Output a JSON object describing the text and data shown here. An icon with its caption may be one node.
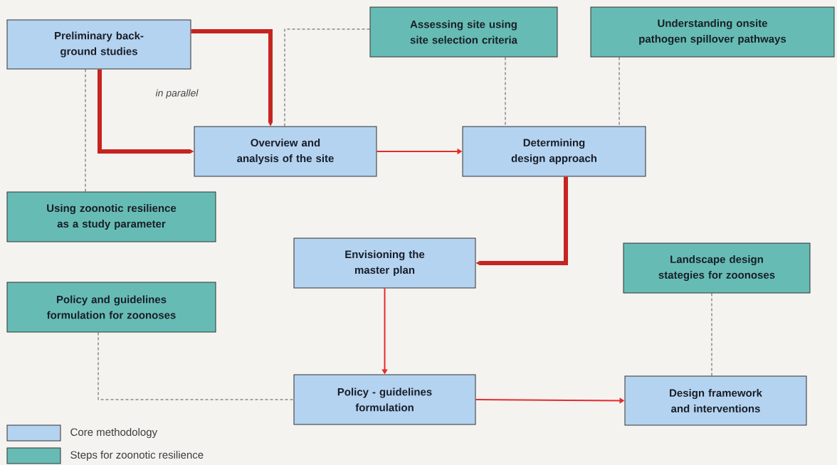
{
  "diagram": {
    "nodes": [
      {
        "text": [
          "Preliminary back-ground studies"
        ]
      },
      {
        "text": [
          "Assessing site using site selection criteria"
        ]
      },
      {
        "text": [
          "Understanding onsite pathogen spillover pathways"
        ]
      },
      {
        "text": [
          "Overview and analysis of the site"
        ]
      },
      {
        "text": [
          "Determining design approach"
        ]
      },
      {
        "text": [
          "Using zoonotic resilience as a study parameter"
        ]
      },
      {
        "text": [
          "Envisioning the master plan"
        ]
      },
      {
        "text": [
          "Landscape design stategies for zoonoses"
        ]
      },
      {
        "text": [
          "Policy and guidelines formulation for zoonoses"
        ]
      },
      {
        "text": [
          "Policy - guidelines formulation"
        ]
      },
      {
        "text": [
          "Design framework and interventions"
        ]
      }
    ],
    "edges": [
      {
        "from": 0,
        "to": 3,
        "arrow": "to",
        "style": "thick",
        "color": "#c62420"
      },
      {
        "from": 0,
        "to": 3,
        "arrow": "to",
        "style": "thick",
        "color": "#c62420"
      },
      {
        "from": 3,
        "to": 4,
        "arrow": "to",
        "color": "#e8292b"
      },
      {
        "from": 4,
        "to": 6,
        "arrow": "to",
        "style": "thick",
        "color": "#c62420"
      },
      {
        "from": 6,
        "to": 9,
        "arrow": "to",
        "color": "#e8292b"
      },
      {
        "from": 9,
        "to": 10,
        "arrow": "to",
        "color": "#e8292b"
      },
      {
        "from": 1,
        "to": 3,
        "arrow": "none",
        "style": "dashed",
        "color": "#555555"
      },
      {
        "from": 1,
        "to": 4,
        "arrow": "none",
        "style": "dashed",
        "color": "#555555"
      },
      {
        "from": 2,
        "to": 4,
        "arrow": "none",
        "style": "dashed",
        "color": "#555555"
      },
      {
        "from": 0,
        "to": 5,
        "arrow": "none",
        "style": "dashed",
        "color": "#555555"
      },
      {
        "from": 8,
        "to": 9,
        "arrow": "none",
        "style": "dashed",
        "color": "#555555"
      },
      {
        "from": 7,
        "to": 10,
        "arrow": "none",
        "style": "dashed",
        "color": "#555555"
      }
    ],
    "labels": [
      "in parallel"
    ],
    "legend": [
      {
        "text": "Core methodology",
        "color": "#b4d3f0"
      },
      {
        "text": "Steps for zoonotic resilience",
        "color": "#66bcb4"
      }
    ]
  }
}
